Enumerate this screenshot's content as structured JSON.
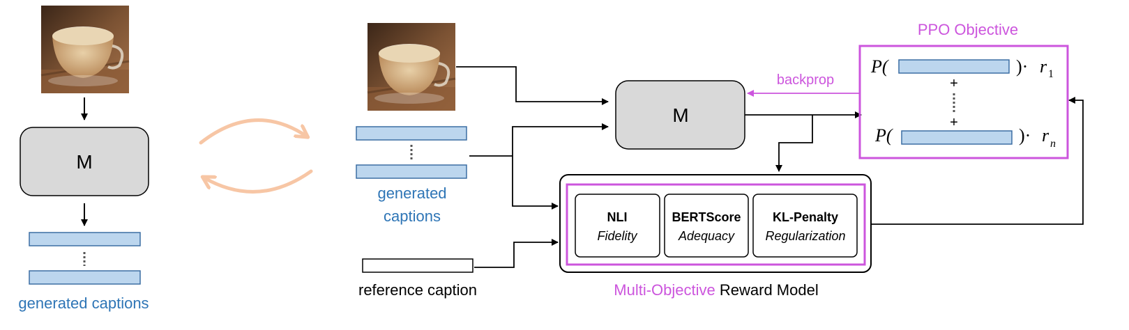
{
  "model_label": "M",
  "generated_captions_label": "generated captions",
  "generated_captions_line1": "generated",
  "generated_captions_line2": "captions",
  "reference_caption_label": "reference caption",
  "backprop_label": "backprop",
  "ppo": {
    "title": "PPO Objective",
    "term1_prefix": "P(",
    "term1_suffix": ")·",
    "term1_reward": "r",
    "term1_sub": "1",
    "plus": "+",
    "termn_prefix": "P(",
    "termn_suffix": ")·",
    "termn_reward": "r",
    "termn_sub": "n"
  },
  "reward_model": {
    "title_part1": "Multi-Objective",
    "title_part2": " Reward Model",
    "components": [
      {
        "name": "NLI",
        "role": "Fidelity"
      },
      {
        "name": "BERTScore",
        "role": "Adequacy"
      },
      {
        "name": "KL-Penalty",
        "role": "Regularization"
      }
    ]
  },
  "colors": {
    "caption_fill": "#bcd6ee",
    "caption_stroke": "#3c6ea3",
    "model_fill": "#d9d9d9",
    "magenta": "#cc55dd",
    "blue_text": "#2e75b6",
    "cycle_arrow": "#f7c6a5"
  }
}
